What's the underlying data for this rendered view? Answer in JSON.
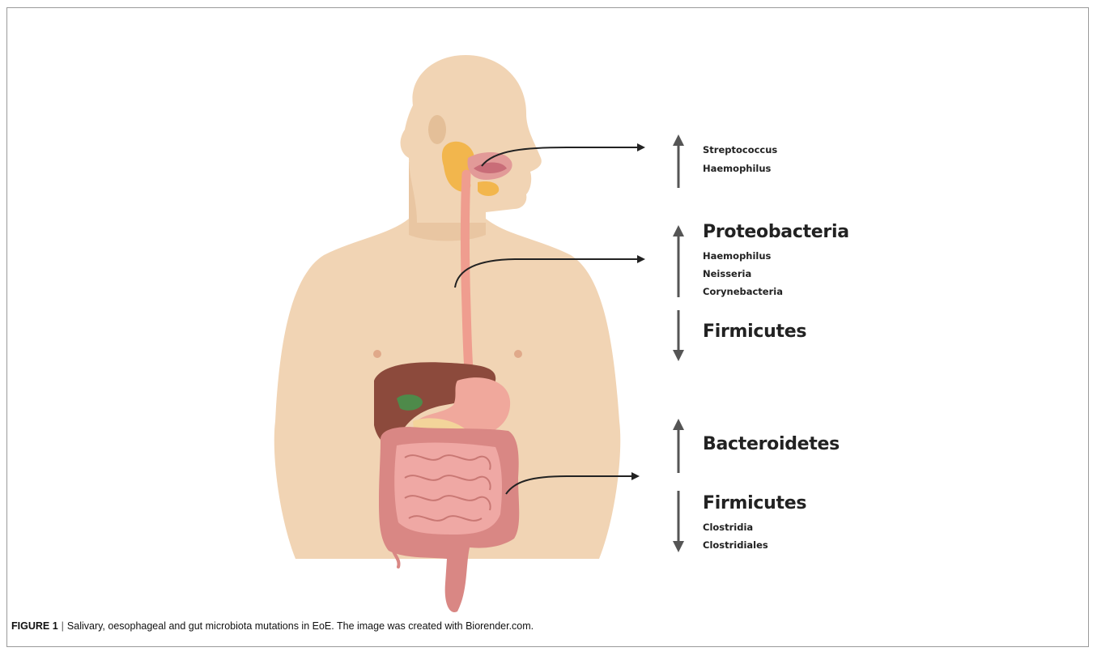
{
  "figure": {
    "groups": [
      {
        "direction": "up",
        "names": [
          "Streptococcus",
          "Haemophilus"
        ]
      },
      {
        "direction": "up",
        "heading": "Proteobacteria",
        "names": [
          "Haemophilus",
          "Neisseria",
          "Corynebacteria"
        ]
      },
      {
        "direction": "down",
        "heading": "Firmicutes"
      },
      {
        "direction": "up",
        "heading": "Bacteroidetes"
      },
      {
        "direction": "down",
        "heading": "Firmicutes",
        "names": [
          "Clostridia",
          "Clostridiales"
        ]
      }
    ],
    "colors": {
      "skin": "#f1d4b4",
      "skin_shadow": "#e4bf98",
      "esophagus": "#ef9d8f",
      "liver": "#8c4a3c",
      "gallbladder": "#4e8a4a",
      "stomach": "#f0a89c",
      "intestine": "#e39a96",
      "colon": "#d98784",
      "gland": "#f2b64d",
      "arrow": "#222222",
      "trend_arrow": "#555555"
    }
  },
  "caption": {
    "label": "FIGURE 1",
    "separator": "|",
    "text": "Salivary, oesophageal and gut microbiota mutations in EoE. The image was created with Biorender.com."
  }
}
